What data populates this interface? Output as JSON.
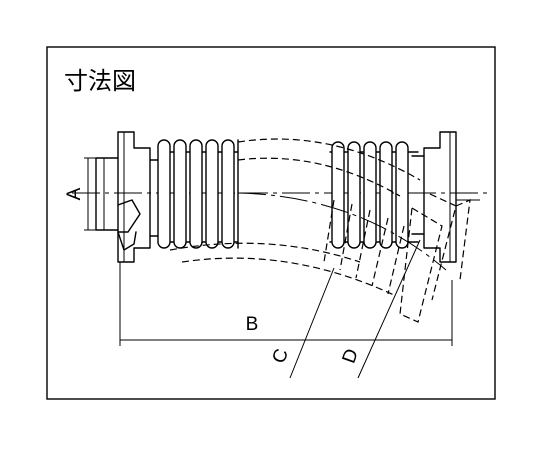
{
  "title": "寸法図",
  "dimensions": {
    "a": "A",
    "b": "B",
    "c": "C",
    "d": "D"
  }
}
